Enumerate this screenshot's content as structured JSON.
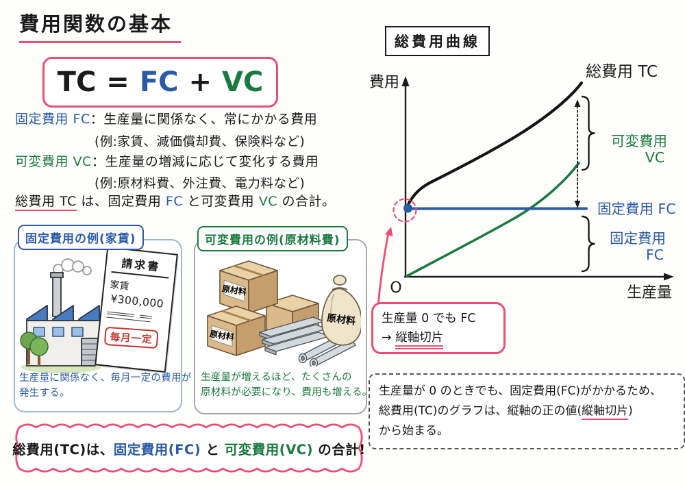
{
  "colors": {
    "pink": "#ed4d75",
    "blue": "#2a5aa8",
    "green": "#1a7a3e",
    "black": "#1a1a1a",
    "stamp_red": "#c0392b"
  },
  "title": {
    "text": "費用関数の基本"
  },
  "formula": {
    "tc": "TC",
    "eq": "=",
    "fc": "FC",
    "plus": "+",
    "vc": "VC"
  },
  "definitions": {
    "fixed": {
      "label": "固定費用 FC",
      "sep": "：",
      "desc": "生産量に関係なく、常にかかる費用",
      "example": "(例:家賃、減価償却費、保険料など)"
    },
    "variable": {
      "label": "可変費用 VC",
      "sep": "：",
      "desc": "生産量の増減に応じて変化する費用",
      "example": "(例:原材料費、外注費、電力料など)"
    }
  },
  "summary": {
    "p1": "総費用 TC",
    "p2": " は、固定費用 ",
    "p3": "FC",
    "p4": " と可変費用 ",
    "p5": "VC",
    "p6": " の合計。"
  },
  "fixed_card": {
    "header": "固定費用の例(家賃)",
    "invoice": {
      "title": "請求書",
      "item": "家賃",
      "amount": "¥300,000",
      "stamp": "毎月一定"
    },
    "caption_line1": "生産量に関係なく、毎月一定の費用が",
    "caption_line2": "発生する。"
  },
  "variable_card": {
    "header": "可変費用の例(原材料費)",
    "material_label": "原材料",
    "caption_line1": "生産量が増えるほど、たくさんの",
    "caption_line2": "原材料が必要になり、費用も増える。"
  },
  "banner": {
    "p1": "総費用(TC)は、",
    "p2": "固定費用(FC)",
    "p3": " と ",
    "p4": "可変費用(VC)",
    "p5": " の合計!"
  },
  "chart": {
    "title": "総費用曲線",
    "y_axis_label": "費用",
    "x_axis_label": "生産量",
    "origin": "O",
    "tc_label": "総費用 TC",
    "vc_label_1": "可変費用",
    "vc_label_2": "VC",
    "fc_line_label": "固定費用 FC",
    "fc_brace_label_1": "固定費用",
    "fc_brace_label_2": "FC"
  },
  "pink_note": {
    "line1": "生産量 0 でも FC",
    "arrow": "→ ",
    "underlined": "縦軸切片"
  },
  "dashed_note": {
    "line1": "生産量が 0 のときでも、固定費用(FC)がかかるため、",
    "line2_pre": "総費用(TC)のグラフは、縦軸の正の値(",
    "line2_u": "縦軸切片",
    "line2_post": ")",
    "line3": "から始まる。"
  }
}
